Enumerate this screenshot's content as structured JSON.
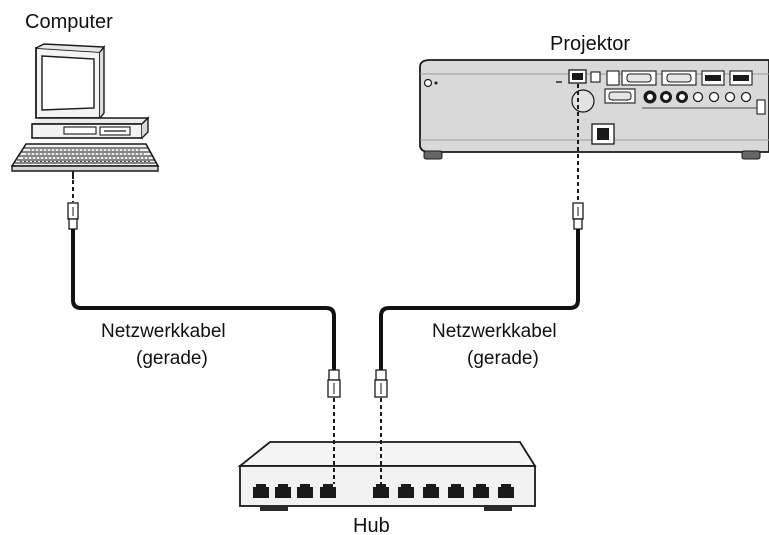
{
  "devices": {
    "computer": {
      "label": "Computer"
    },
    "projector": {
      "label": "Projektor"
    },
    "hub": {
      "label": "Hub"
    }
  },
  "cables": {
    "left": {
      "line1": "Netzwerkkabel",
      "line2": "(gerade)"
    },
    "right": {
      "line1": "Netzwerkkabel",
      "line2": "(gerade)"
    }
  },
  "colors": {
    "cable": "#111111",
    "device_outline": "#1a1a1a",
    "projector_body": "#d9d9d9",
    "hub_body": "#f2f2f2",
    "port": "#1a1a1a"
  }
}
